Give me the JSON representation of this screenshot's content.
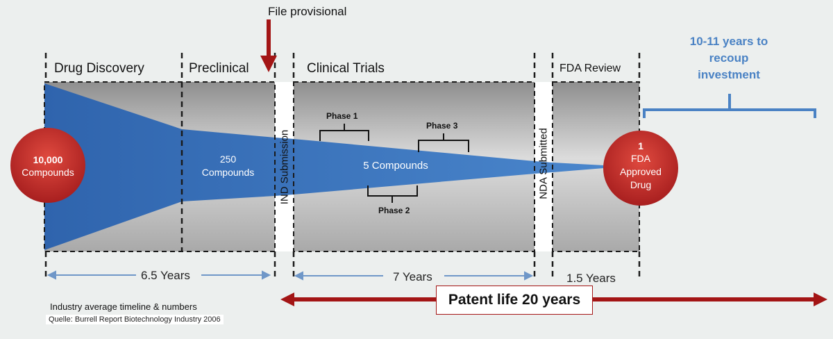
{
  "file_provisional": "File provisional",
  "stages": {
    "drug_discovery": "Drug Discovery",
    "preclinical": "Preclinical",
    "clinical_trials": "Clinical Trials",
    "fda_review": "FDA Review"
  },
  "milestones": {
    "ind_submission": "IND Submission",
    "nda_submitted": "NDA Submitted"
  },
  "compounds": {
    "start_count": "10,000",
    "start_label": "Compounds",
    "preclinical_count": "250",
    "preclinical_label": "Compounds",
    "clinical": "5 Compounds",
    "end_count": "1",
    "end_line1": "FDA",
    "end_line2": "Approved",
    "end_line3": "Drug"
  },
  "phases": {
    "phase1": "Phase 1",
    "phase2": "Phase 2",
    "phase3": "Phase 3"
  },
  "durations": {
    "discovery_preclinical": "6.5 Years",
    "clinical": "7 Years",
    "fda": "1.5 Years"
  },
  "recoup_note": {
    "line1": "10-11 years to",
    "line2": "recoup",
    "line3": "investment"
  },
  "patent_life": "Patent life 20 years",
  "footnote": "Industry average timeline & numbers",
  "source": "Quelle: Burrell Report Biotechnology Industry 2006",
  "colors": {
    "funnel_blue": "#3f78c0",
    "circle_red": "#c62828",
    "arrow_red": "#a31515",
    "note_blue": "#4a82c4"
  }
}
